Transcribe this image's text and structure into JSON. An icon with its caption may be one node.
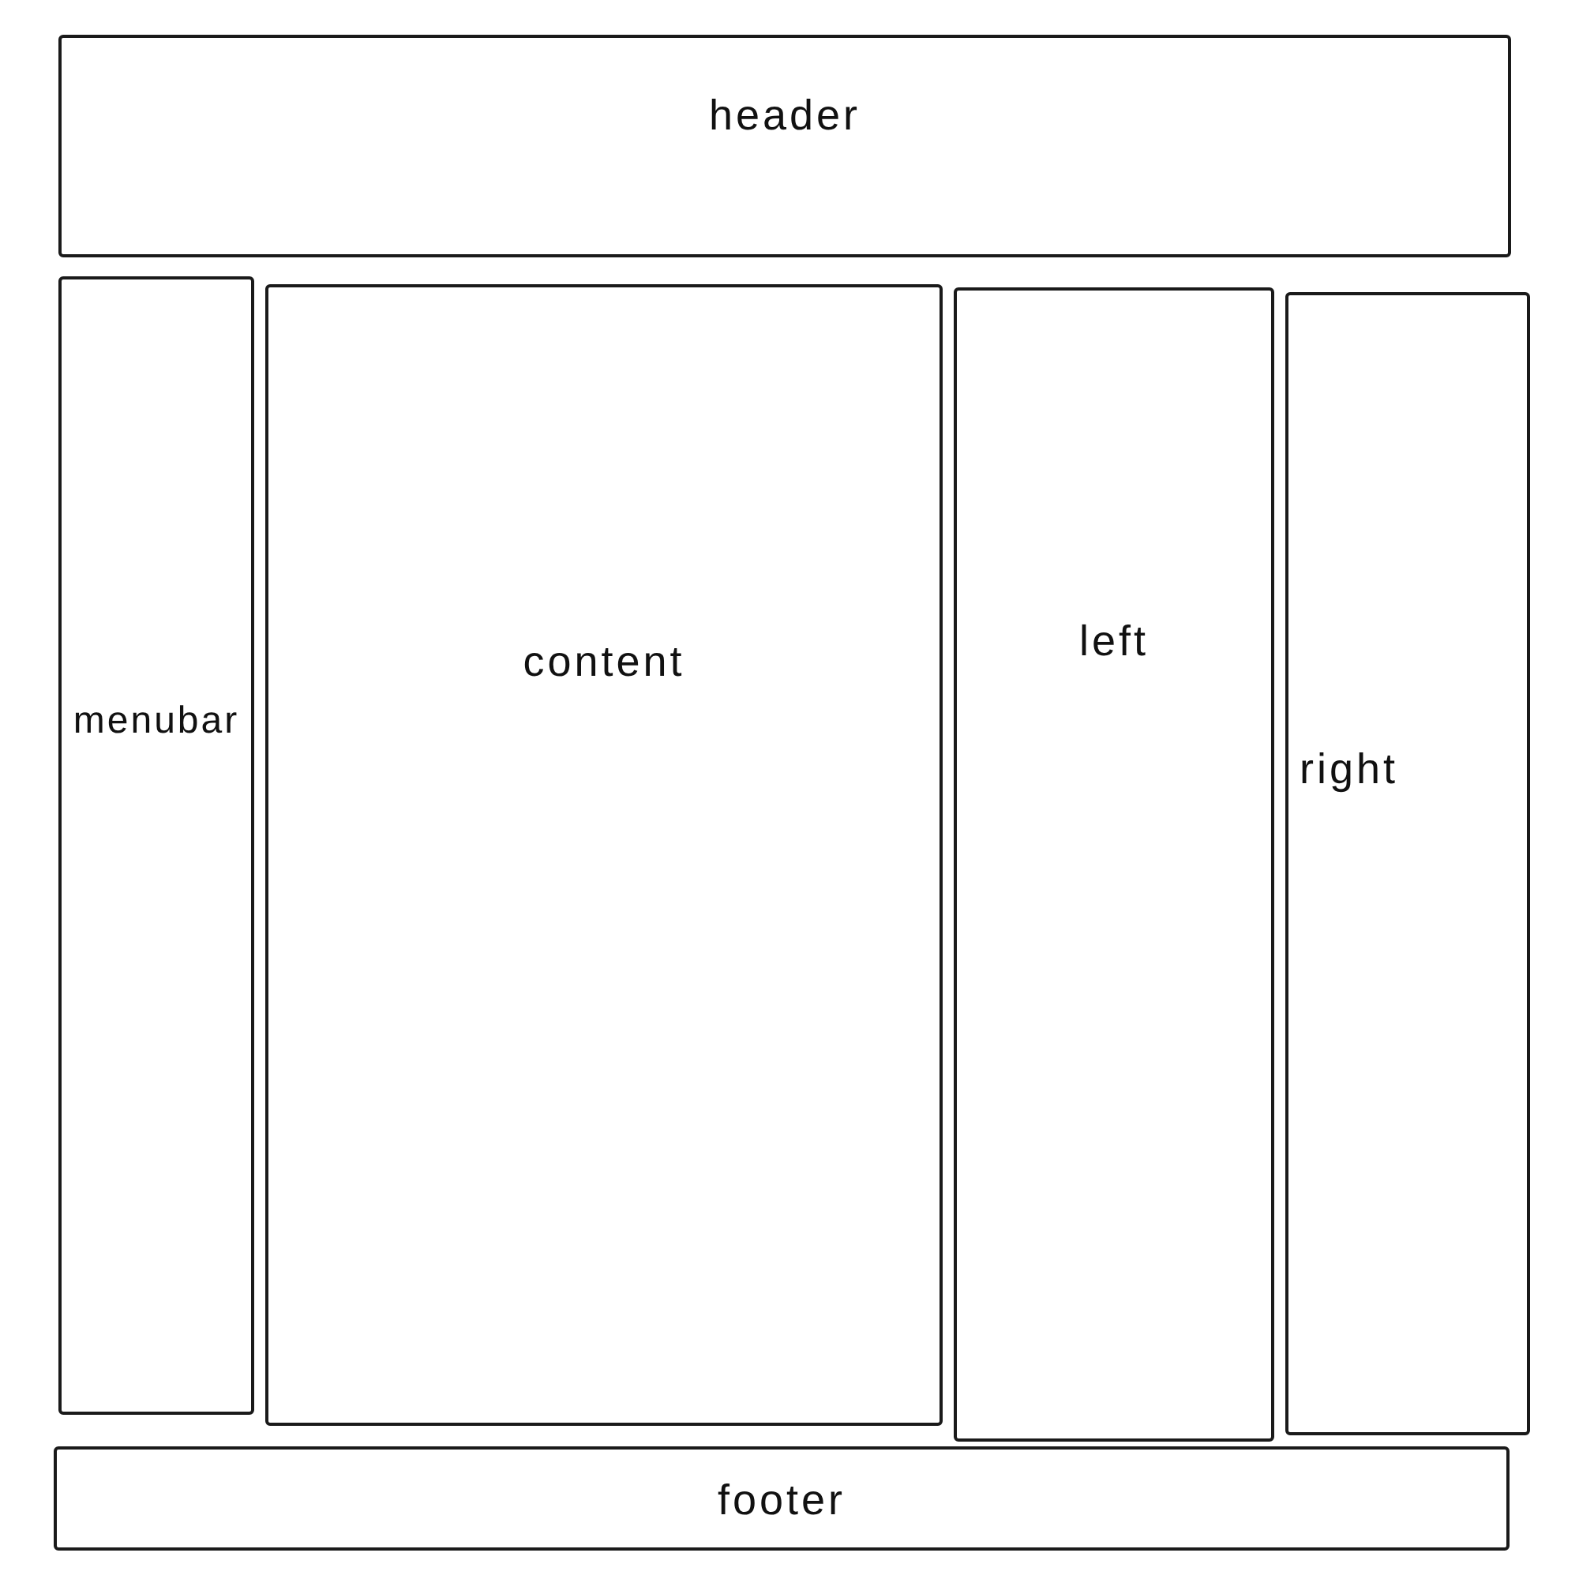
{
  "diagram": {
    "nodes": [
      {
        "text": [
          "header"
        ]
      },
      {
        "text": [
          "menubar"
        ]
      },
      {
        "text": [
          "content"
        ]
      },
      {
        "text": [
          "left"
        ]
      },
      {
        "text": [
          "right"
        ]
      },
      {
        "text": [
          "footer"
        ]
      }
    ]
  }
}
